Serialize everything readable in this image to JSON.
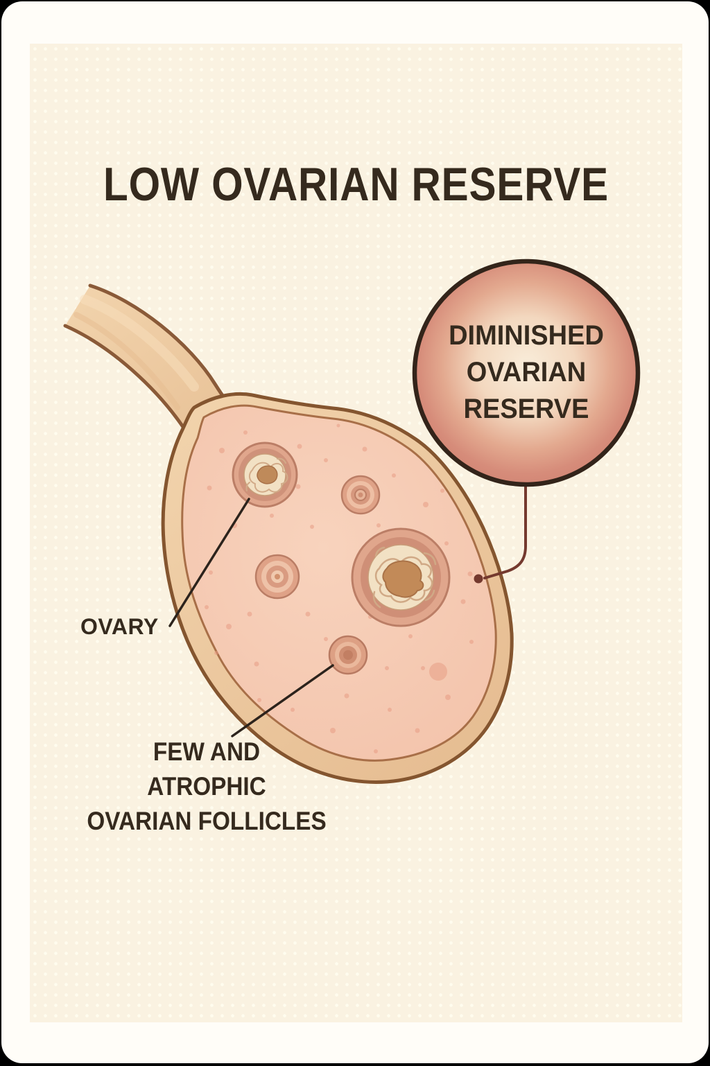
{
  "title": "LOW OVARIAN RESERVE",
  "callout": {
    "line1": "DIMINISHED",
    "line2": "OVARIAN",
    "line3": "RESERVE"
  },
  "labels": {
    "ovary": "OVARY",
    "follicles_line1": "FEW AND",
    "follicles_line2": "ATROPHIC",
    "follicles_line3": "OVARIAN FOLLICLES"
  },
  "figure": {
    "follicle_count": 5
  },
  "colors": {
    "page_bg": "#000000",
    "card_bg": "#fffdf8",
    "panel_bg": "#faf2e1",
    "text": "#352a1e",
    "ovary_outline": "#84552f",
    "ovary_outer_fill": "#edc9a1",
    "cortex_fill": "#f5cab3",
    "cortex_speckle": "#e89d85",
    "follicle_ring": "#cf8d74",
    "follicle_interior": "#f2e1c4",
    "follicle_center": "#c28a58",
    "callout_fill_edge": "#d2857a",
    "callout_fill_center": "#f9edda",
    "callout_border": "#33241a",
    "connector_line": "#74392e",
    "leader_line": "#2c231c"
  }
}
